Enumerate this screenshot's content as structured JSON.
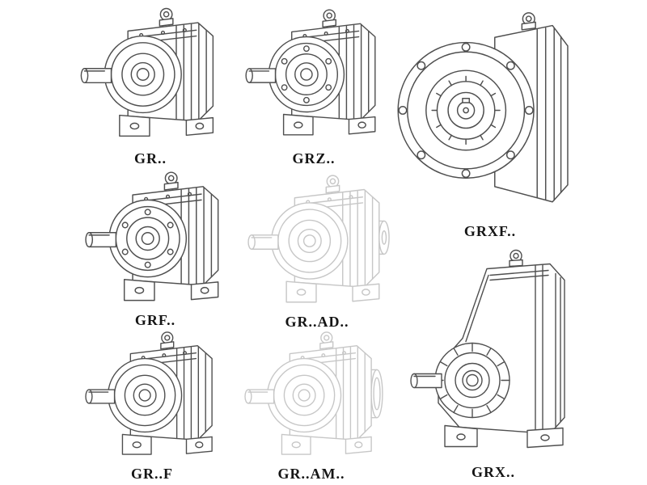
{
  "colors": {
    "background": "#ffffff",
    "line": "#4f4f4f",
    "line_faded": "#c7c7c7",
    "label": "#151515"
  },
  "catalog": {
    "items": [
      {
        "label": "GR..",
        "drawing": "foot-mounted-gear-reducer",
        "render": "solid"
      },
      {
        "label": "GRZ..",
        "drawing": "foot-mounted-gear-reducer-bolted",
        "render": "solid"
      },
      {
        "label": "GRXF..",
        "drawing": "flange-front-view-gear-reducer",
        "render": "solid"
      },
      {
        "label": "GRF..",
        "drawing": "flange-mounted-gear-reducer",
        "render": "solid"
      },
      {
        "label": "GR..AD..",
        "drawing": "gear-reducer-input-adapter",
        "render": "faded"
      },
      {
        "label": "GR..F",
        "drawing": "foot-mounted-gear-reducer",
        "render": "solid"
      },
      {
        "label": "GR..AM..",
        "drawing": "gear-reducer-motor-adapter",
        "render": "faded"
      },
      {
        "label": "GRX..",
        "drawing": "large-foot-mounted-gear-reducer",
        "render": "solid"
      }
    ]
  }
}
